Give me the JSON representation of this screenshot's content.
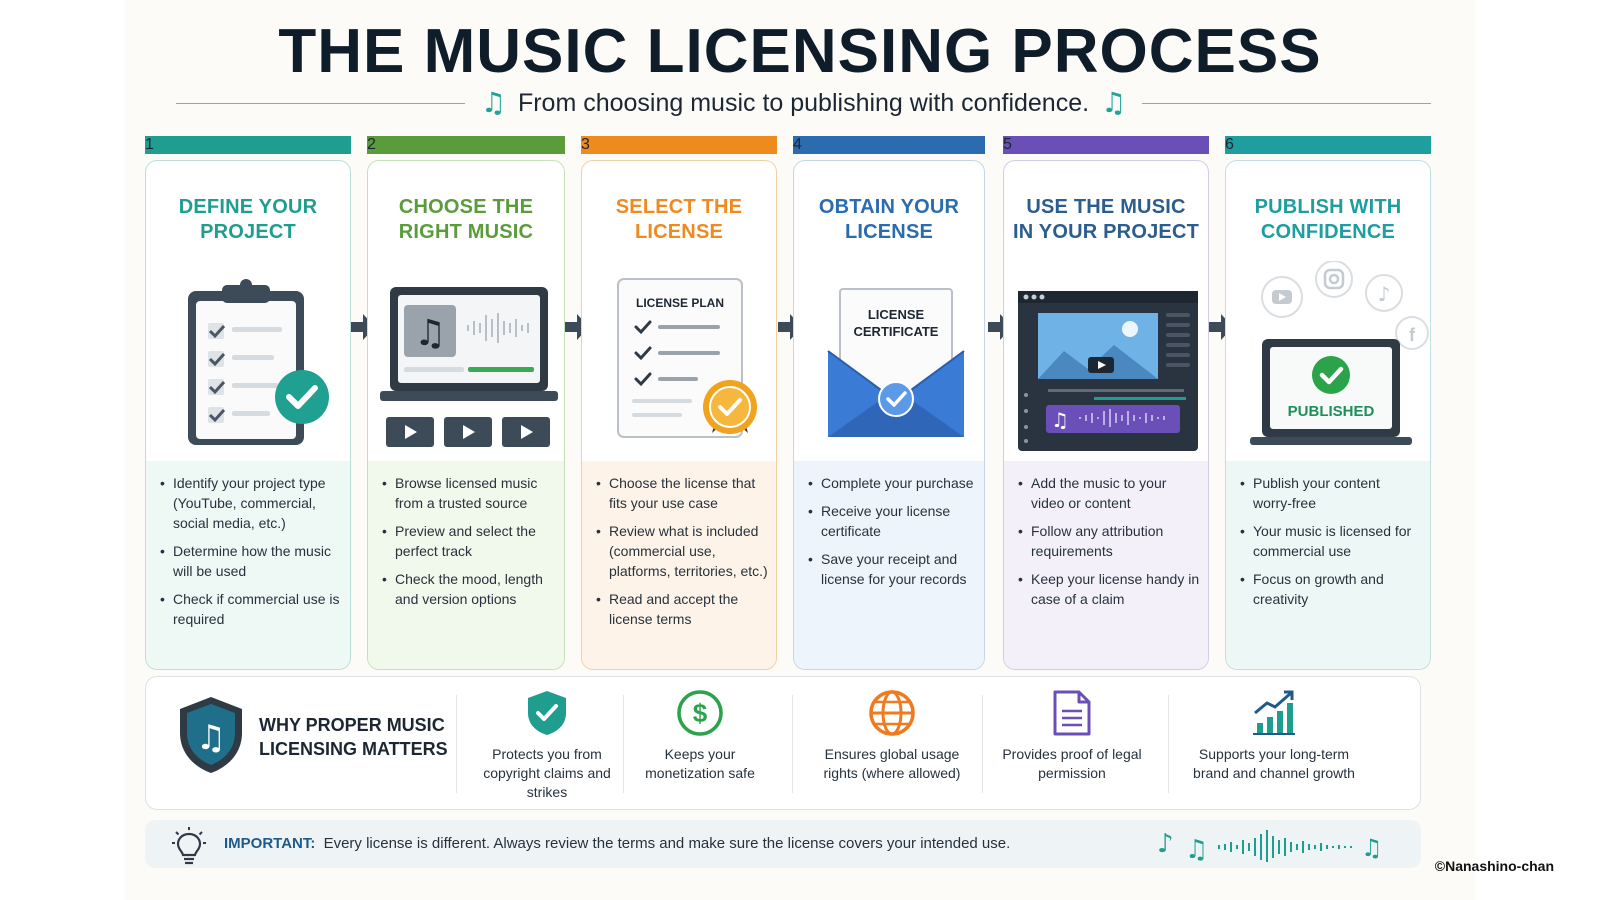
{
  "header": {
    "title": "THE MUSIC LICENSING PROCESS",
    "subtitle": "From choosing music to publishing with confidence."
  },
  "colors": {
    "teal": "#1f9e8f",
    "green": "#5a9c3c",
    "orange": "#ef8a1f",
    "blue": "#2b6cb0",
    "purple": "#6a4fb8",
    "cyan": "#1f9ea0",
    "navy": "#1e5a8a"
  },
  "steps": [
    {
      "number": "1",
      "title_line1": "DEFINE YOUR",
      "title_line2": "PROJECT",
      "icon": "clipboard-checklist-icon",
      "bullets": [
        "Identify your project type (YouTube, commercial, social media, etc.)",
        "Determine how the music will be used",
        "Check if commercial use is required"
      ]
    },
    {
      "number": "2",
      "title_line1": "CHOOSE THE",
      "title_line2": "RIGHT MUSIC",
      "icon": "laptop-music-player-icon",
      "bullets": [
        "Browse licensed music from a trusted source",
        "Preview and select the perfect track",
        "Check the mood, length and version options"
      ]
    },
    {
      "number": "3",
      "title_line1": "SELECT THE",
      "title_line2": "LICENSE",
      "icon": "license-plan-document-icon",
      "plan_label": "LICENSE PLAN",
      "bullets": [
        "Choose the license that fits your use case",
        "Review what is included (commercial use, platforms, territories, etc.)",
        "Read and accept the license terms"
      ]
    },
    {
      "number": "4",
      "title_line1": "OBTAIN YOUR",
      "title_line2": "LICENSE",
      "icon": "license-certificate-envelope-icon",
      "cert_line1": "LICENSE",
      "cert_line2": "CERTIFICATE",
      "bullets": [
        "Complete your purchase",
        "Receive your license certificate",
        "Save your receipt and license for your records"
      ]
    },
    {
      "number": "5",
      "title_line1": "USE THE MUSIC",
      "title_line2": "IN YOUR PROJECT",
      "icon": "video-editor-icon",
      "bullets": [
        "Add the music to your video or content",
        "Follow any attribution requirements",
        "Keep your license handy in case of a claim"
      ]
    },
    {
      "number": "6",
      "title_line1": "PUBLISH WITH",
      "title_line2": "CONFIDENCE",
      "icon": "laptop-published-icon",
      "published_label": "PUBLISHED",
      "bullets": [
        "Publish your content worry-free",
        "Your music is licensed for commercial use",
        "Focus on growth and creativity"
      ]
    }
  ],
  "why": {
    "title": "WHY PROPER MUSIC LICENSING MATTERS",
    "items": [
      {
        "icon": "shield-check-icon",
        "text": "Protects you from copyright claims and strikes"
      },
      {
        "icon": "dollar-coin-icon",
        "text": "Keeps your monetization safe"
      },
      {
        "icon": "globe-icon",
        "text": "Ensures global usage rights (where allowed)"
      },
      {
        "icon": "document-icon",
        "text": "Provides proof of legal permission"
      },
      {
        "icon": "growth-chart-icon",
        "text": "Supports your long-term brand and channel growth"
      }
    ]
  },
  "important": {
    "label": "IMPORTANT:",
    "text": "Every license is different. Always review the terms and make sure the license covers your intended use."
  },
  "copyright": "©Nanashino-chan"
}
